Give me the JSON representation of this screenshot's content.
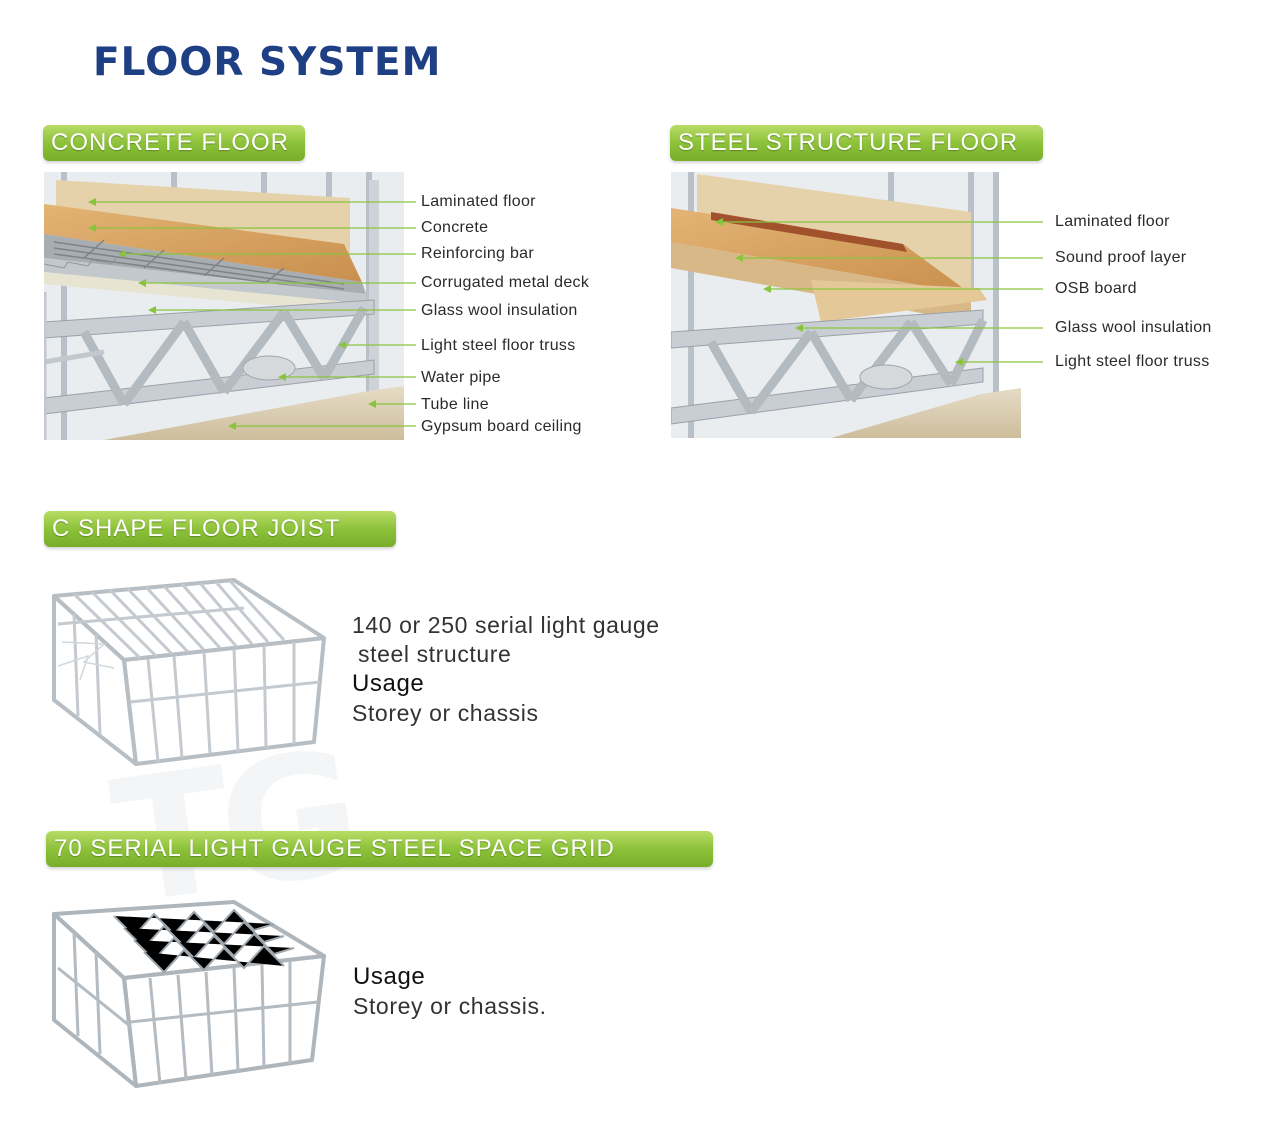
{
  "title": "FLOOR SYSTEM",
  "sections": {
    "concrete": {
      "header": "CONCRETE FLOOR",
      "callouts": [
        "Laminated floor",
        "Concrete",
        "Reinforcing bar",
        "Corrugated metal deck",
        "Glass wool insulation",
        "Light steel floor truss",
        "Water pipe",
        "Tube line",
        "Gypsum board ceiling"
      ]
    },
    "steel": {
      "header": "STEEL STRUCTURE FLOOR",
      "callouts": [
        "Laminated floor",
        "Sound proof layer",
        "OSB board",
        "Glass wool insulation",
        "Light steel floor truss"
      ]
    },
    "cjoist": {
      "header": "C SHAPE FLOOR JOIST",
      "desc_line1": "140 or 250 serial light gauge",
      "desc_line2": "steel structure",
      "usage_label": "Usage",
      "usage_value": "Storey or chassis"
    },
    "grid": {
      "header": "70 SERIAL LIGHT GAUGE STEEL SPACE GRID",
      "usage_label": "Usage",
      "usage_value": "Storey or chassis."
    }
  },
  "colors": {
    "title": "#1f3f84",
    "header_green": "#8dc23a",
    "steel_frame": "#c6ccd2",
    "wood": "#d9a866",
    "board": "#d8c9ae",
    "callout_line": "#8ac43f"
  }
}
